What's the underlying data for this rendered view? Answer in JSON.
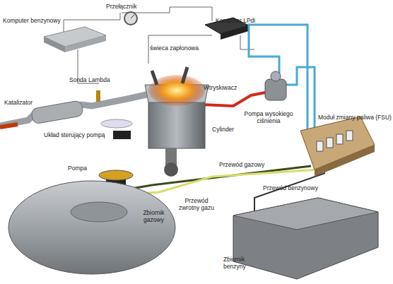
{
  "diagram": {
    "labels": [
      "Przełącznik",
      "Komputer benzynowy",
      "Komputer LPdi",
      "świeca zapłonowa",
      "Sonda Lambda",
      "Wtryskiwacz",
      "Katalizator",
      "Pompa wysokiego ciśnienia",
      "Cylinder",
      "Moduł zmiany paliwa (FSU)",
      "Układ sterujący pompą",
      "Przewód gazowy",
      "Pompa",
      "Przewód benzynowy",
      "Przewód zwrotny gazu",
      "Zbiornik gazowy",
      "Zbiornik benzyny"
    ]
  }
}
